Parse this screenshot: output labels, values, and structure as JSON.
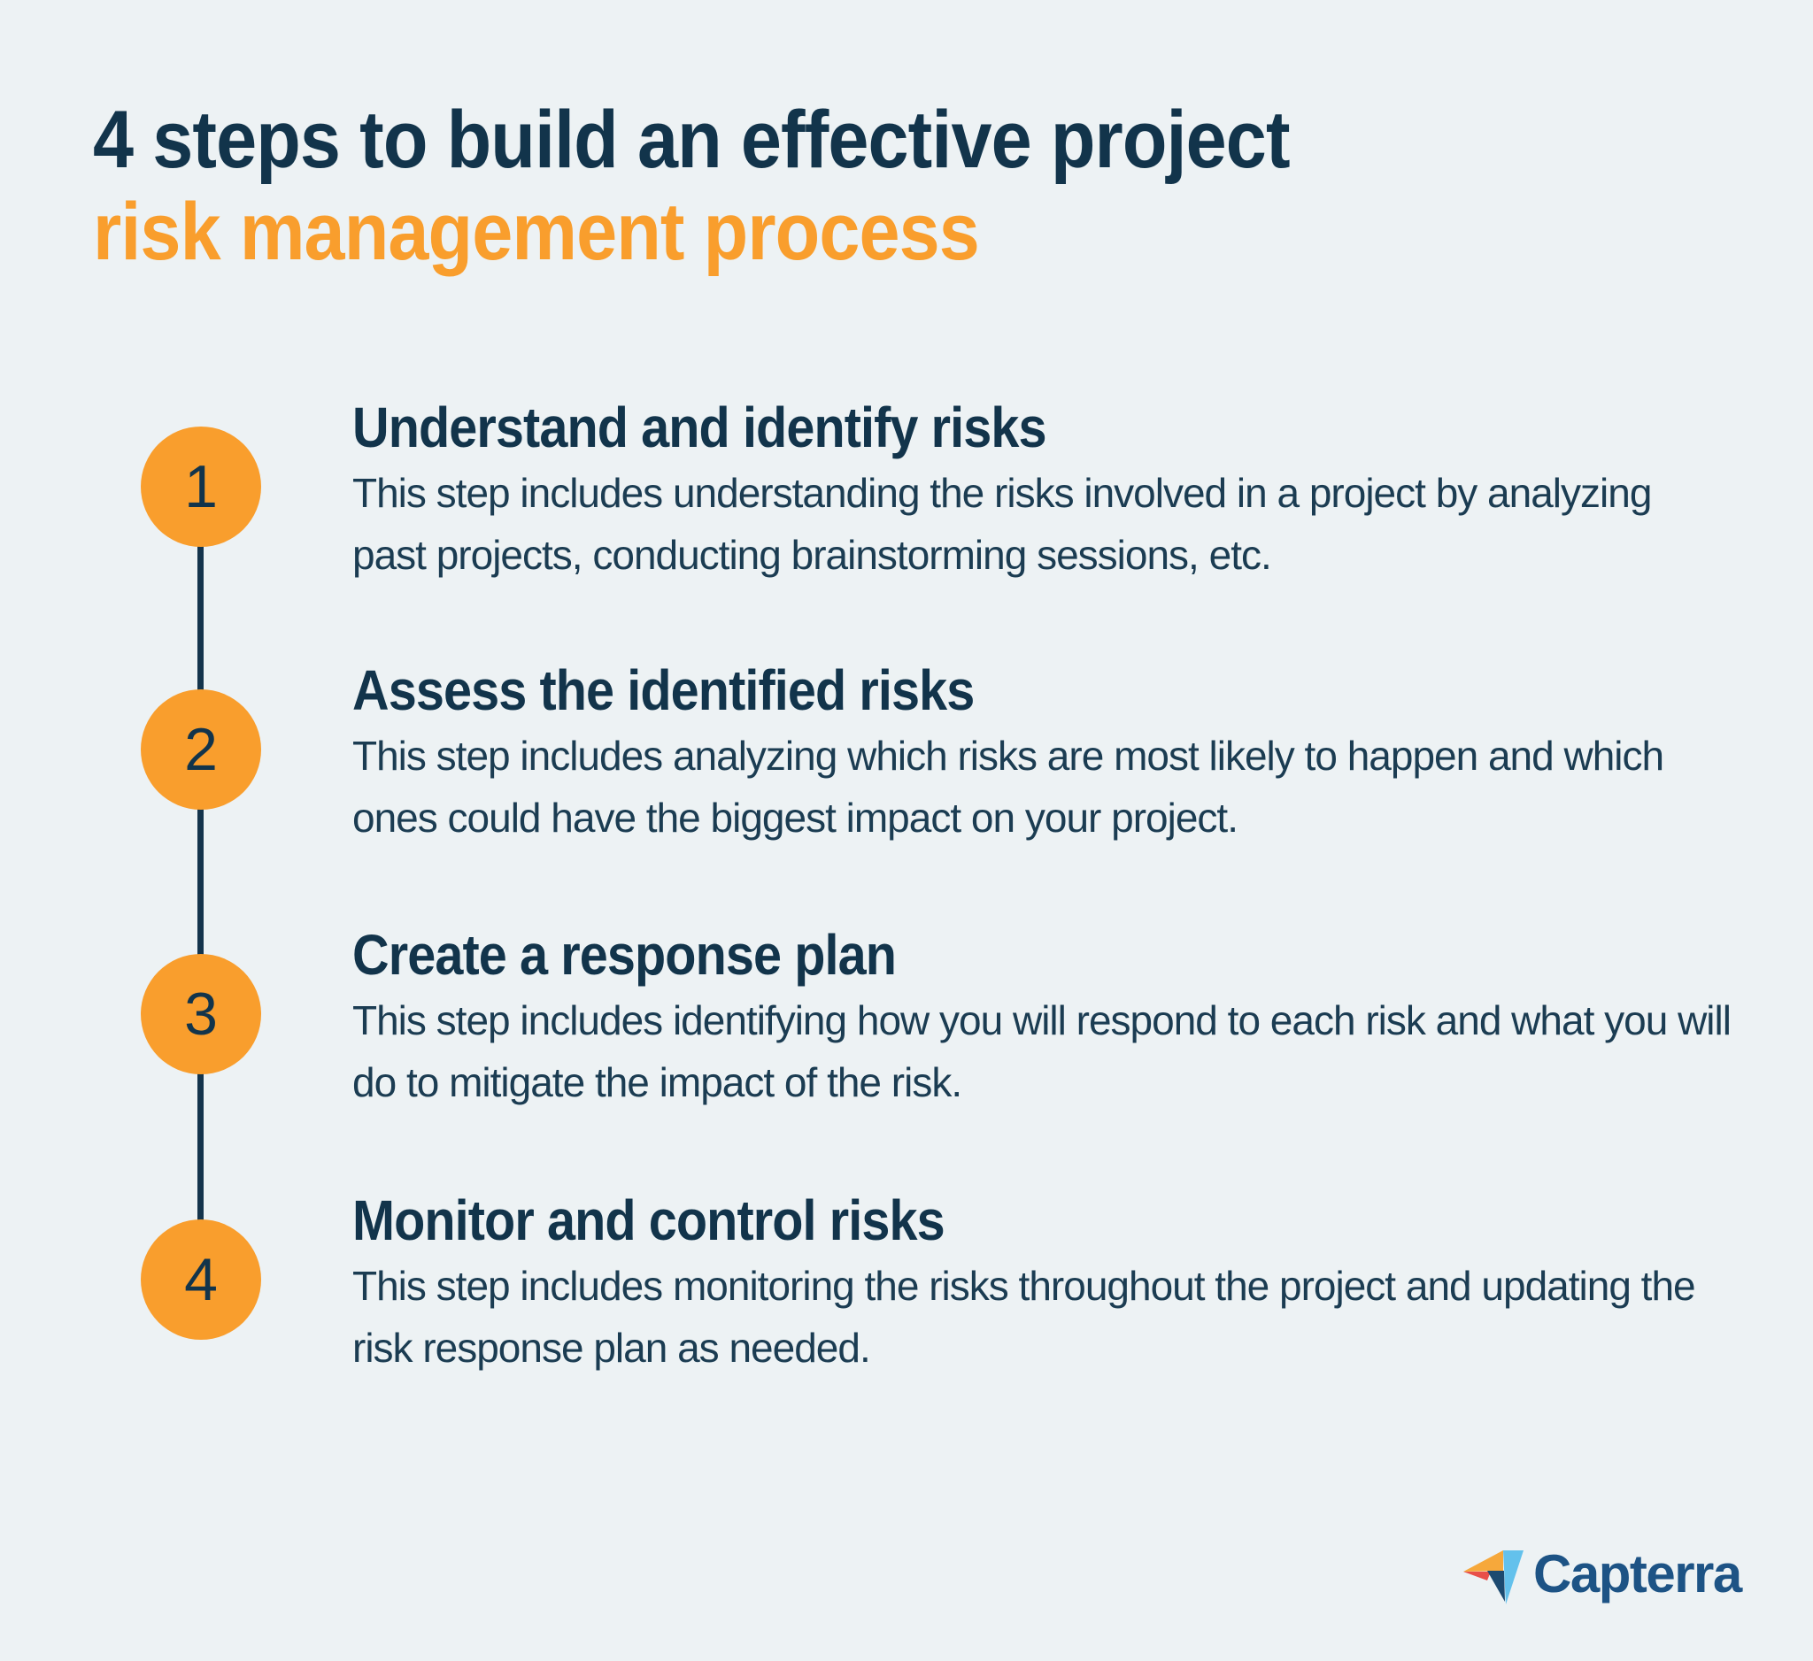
{
  "title": {
    "line1": "4 steps to build an effective project",
    "line2": "risk management process"
  },
  "steps": [
    {
      "number": "1",
      "heading": "Understand and identify risks",
      "description": "This step includes understanding the risks involved in a project by analyzing past projects, conducting brainstorming sessions, etc."
    },
    {
      "number": "2",
      "heading": "Assess the identified risks",
      "description": "This step includes analyzing which risks are most likely to happen and which ones could have the biggest impact on your project."
    },
    {
      "number": "3",
      "heading": "Create a response plan",
      "description": "This step includes identifying how you will respond to each risk and what you will do to mitigate the impact of the risk."
    },
    {
      "number": "4",
      "heading": "Monitor and control risks",
      "description": "This step includes monitoring the risks throughout the project and updating the risk response plan as needed."
    }
  ],
  "footer": {
    "brand": "Capterra"
  },
  "colors": {
    "background": "#edf2f4",
    "title_navy": "#12344b",
    "accent_orange": "#f99e2d",
    "body_text": "#1b3c52",
    "timeline_line": "#14344c",
    "logo_light_blue": "#63c1ec",
    "logo_navy": "#1c4a70",
    "logo_red": "#e8504a",
    "logo_orange": "#f6a83b",
    "wordmark_blue": "#1d5385"
  }
}
